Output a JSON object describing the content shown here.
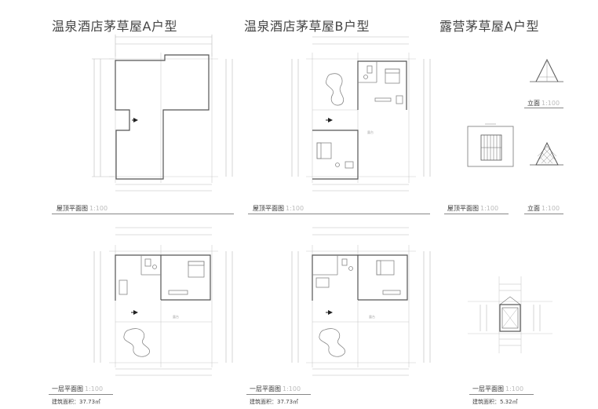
{
  "titles": {
    "a": "温泉酒店茅草屋A户型",
    "b": "温泉酒店茅草屋B户型",
    "c": "露营茅草屋A户型"
  },
  "captions": {
    "roof_a": "屋顶平面图",
    "roof_b": "屋顶平面图",
    "roof_c": "屋顶平面图",
    "elev_top": "立面",
    "elev_bottom": "立面",
    "floor_a": "一层平面图",
    "floor_b": "一层平面图",
    "floor_c": "一层平面图",
    "scale": "1:100"
  },
  "areas": {
    "a": "建筑面积：37.73㎡",
    "b": "建筑面积：37.73㎡",
    "c": "建筑面积：5.32㎡"
  },
  "colors": {
    "wall": "#555555",
    "dimension": "#bbbbbb",
    "grid": "#cccccc"
  }
}
